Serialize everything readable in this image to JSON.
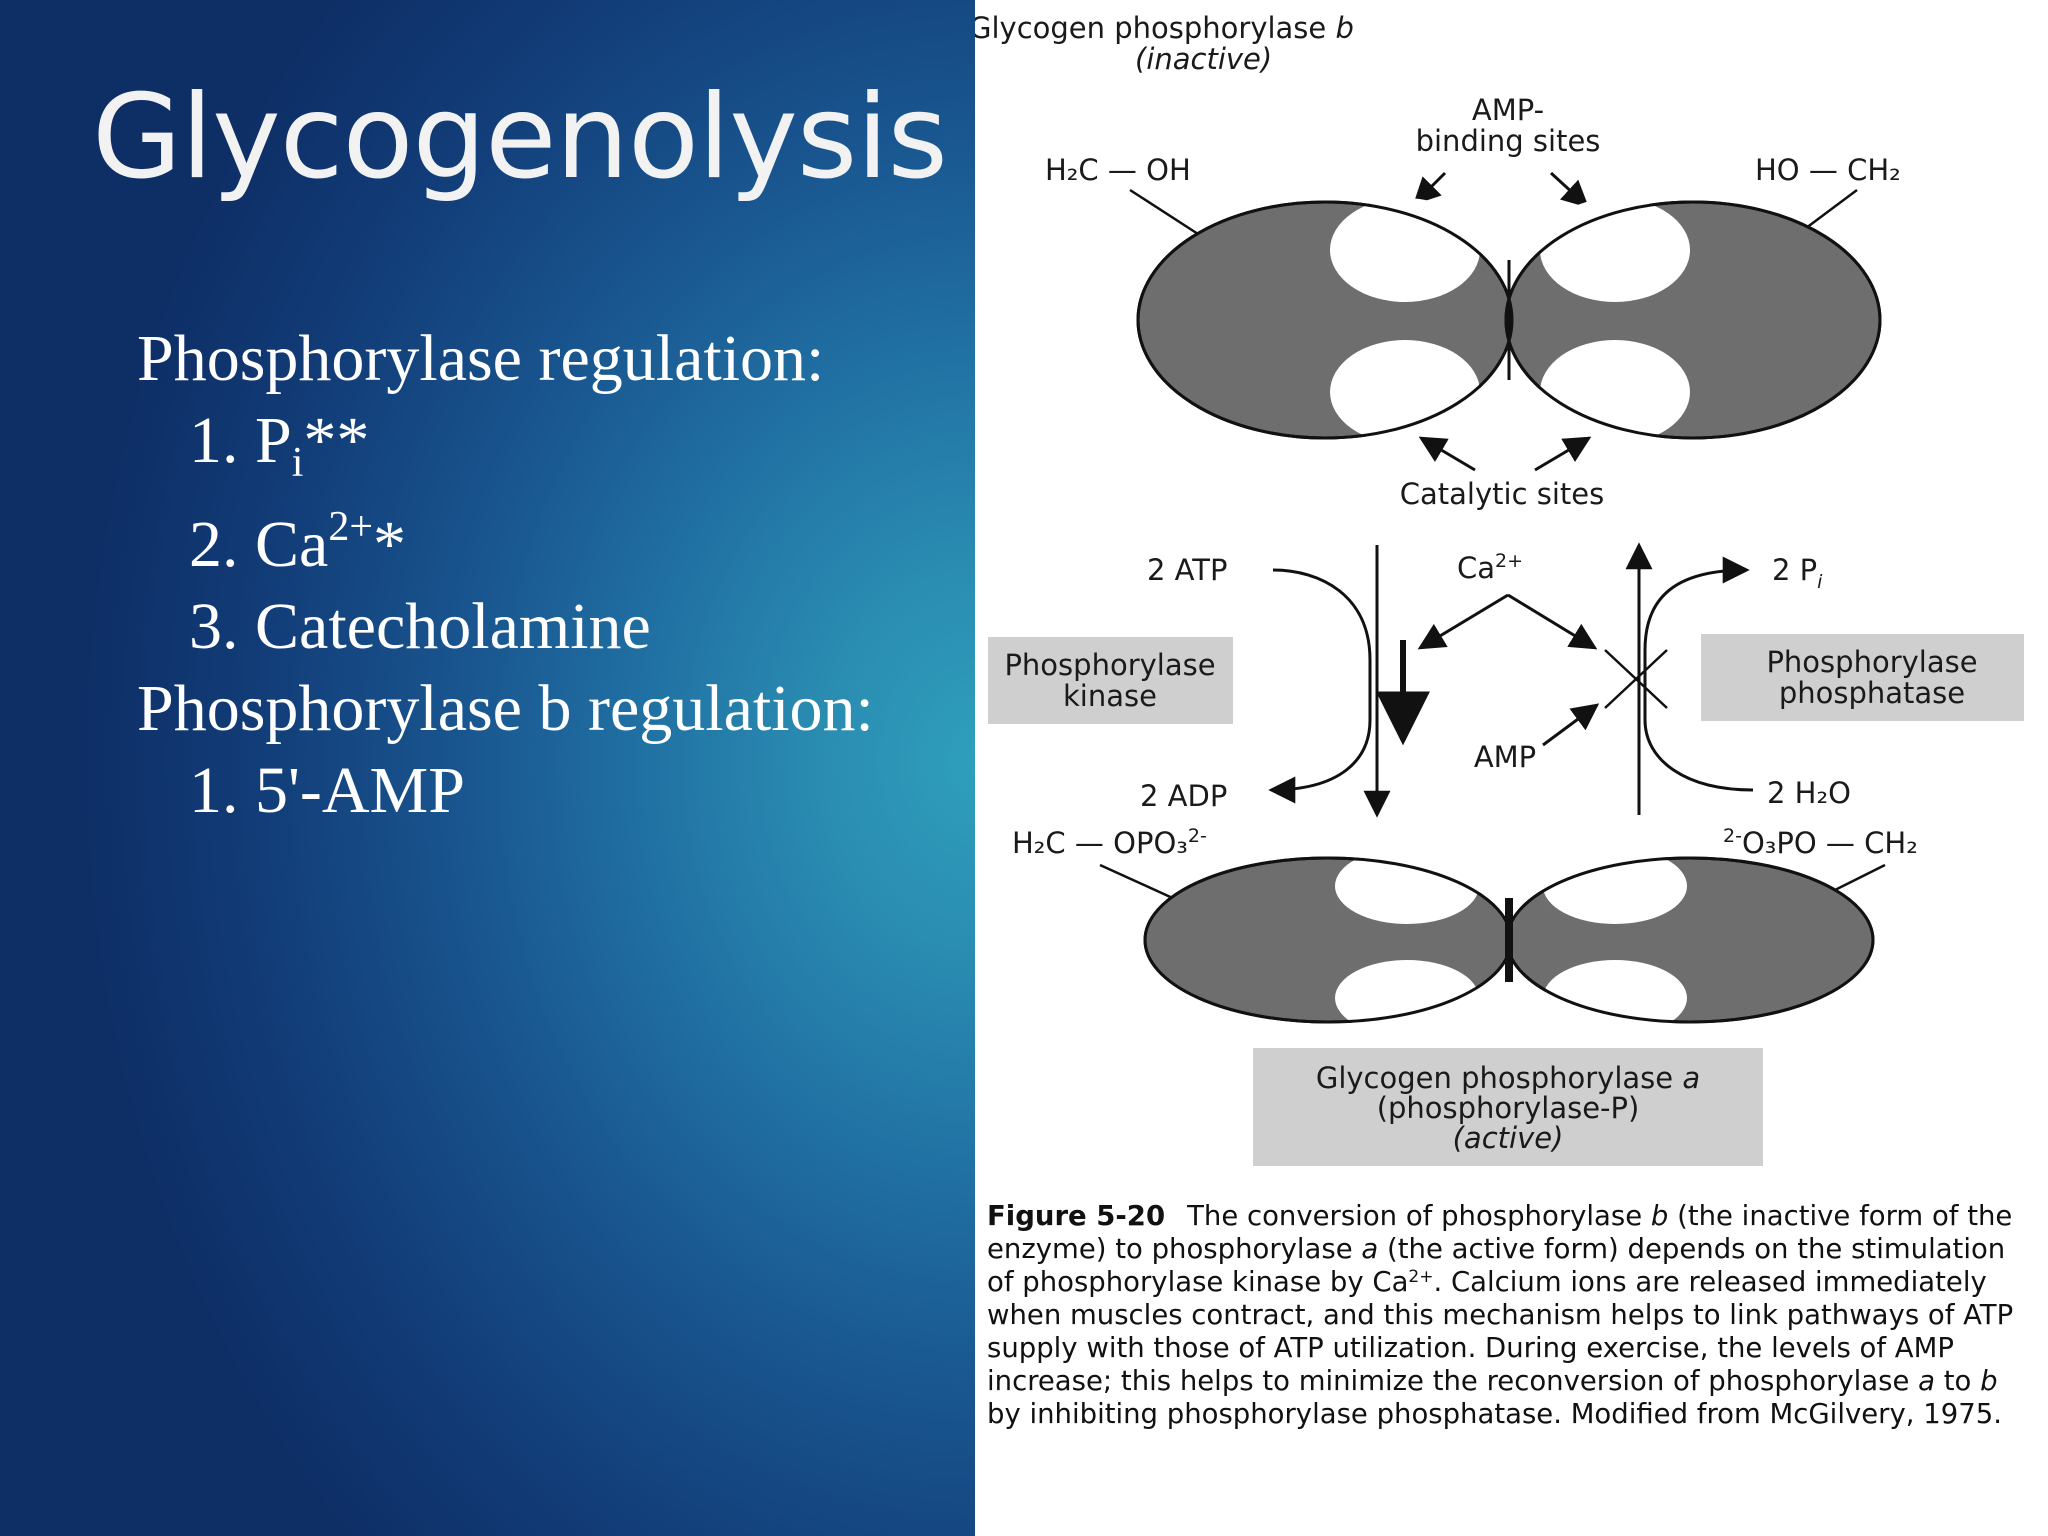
{
  "slide": {
    "title": "Glycogenolysis",
    "heading_1": "Phosphorylase regulation:",
    "item_1_prefix": "1. P",
    "item_1_sub": "i",
    "item_1_suffix": "**",
    "item_2_prefix": "2. Ca",
    "item_2_sup": "2+",
    "item_2_suffix": "*",
    "item_3": "3. Catecholamine",
    "heading_2": "Phosphorylase b regulation:",
    "item_4": "1. 5'-AMP"
  },
  "diagram": {
    "top_title_1": "Glycogen phosphorylase",
    "top_title_1_var": "b",
    "top_title_2": "(inactive)",
    "amp_label_1": "AMP-",
    "amp_label_2": "binding sites",
    "h2c_oh_h2c": "H₂C",
    "h2c_oh_oh": "OH",
    "ho_ch2_ho": "HO",
    "ho_ch2_ch2": "CH₂",
    "catalytic_label": "Catalytic sites",
    "atp_label": "2 ATP",
    "ca_label": "Ca",
    "ca_sup": "2+",
    "pi_label": "2 P",
    "pi_sub": "i",
    "kinase_1": "Phosphorylase",
    "kinase_2": "kinase",
    "phosphatase_1": "Phosphorylase",
    "phosphatase_2": "phosphatase",
    "amp_label": "AMP",
    "adp_label": "2 ADP",
    "h2o_label": "2 H₂O",
    "left_phos_h2c": "H₂C",
    "left_phos_opo": "OPO₃",
    "left_phos_sup": "2-",
    "right_phos_sup": "2-",
    "right_phos_opo": "O₃PO",
    "right_phos_ch2": "CH₂",
    "bottom_title_1": "Glycogen phosphorylase",
    "bottom_title_1_var": "a",
    "bottom_title_2": "(phosphorylase-P)",
    "bottom_title_3": "(active)"
  },
  "caption": {
    "label": "Figure 5-20",
    "t1": "The conversion of phosphorylase ",
    "v1": "b",
    "t2": " (the inactive form of the enzyme) to phosphorylase ",
    "v2": "a",
    "t3": " (the active form) depends on the stimulation of phosphorylase kinase by Ca",
    "sup1": "2+",
    "t4": ". Calcium ions are released immediately when muscles contract, and this mechanism helps to link pathways of ATP supply with those of ATP utilization. During exercise, the levels of AMP increase; this helps to minimize the reconversion of phosphorylase ",
    "v3": "a",
    "t5": " to ",
    "v4": "b",
    "t6": " by inhibiting phosphorylase phosphatase. Modified from McGilvery, 1975."
  },
  "colors": {
    "panel_dark": "#0e2e66",
    "panel_light": "#2f9fbd",
    "enzyme_fill": "#6e6e6e",
    "label_box": "#cfcfcf"
  }
}
